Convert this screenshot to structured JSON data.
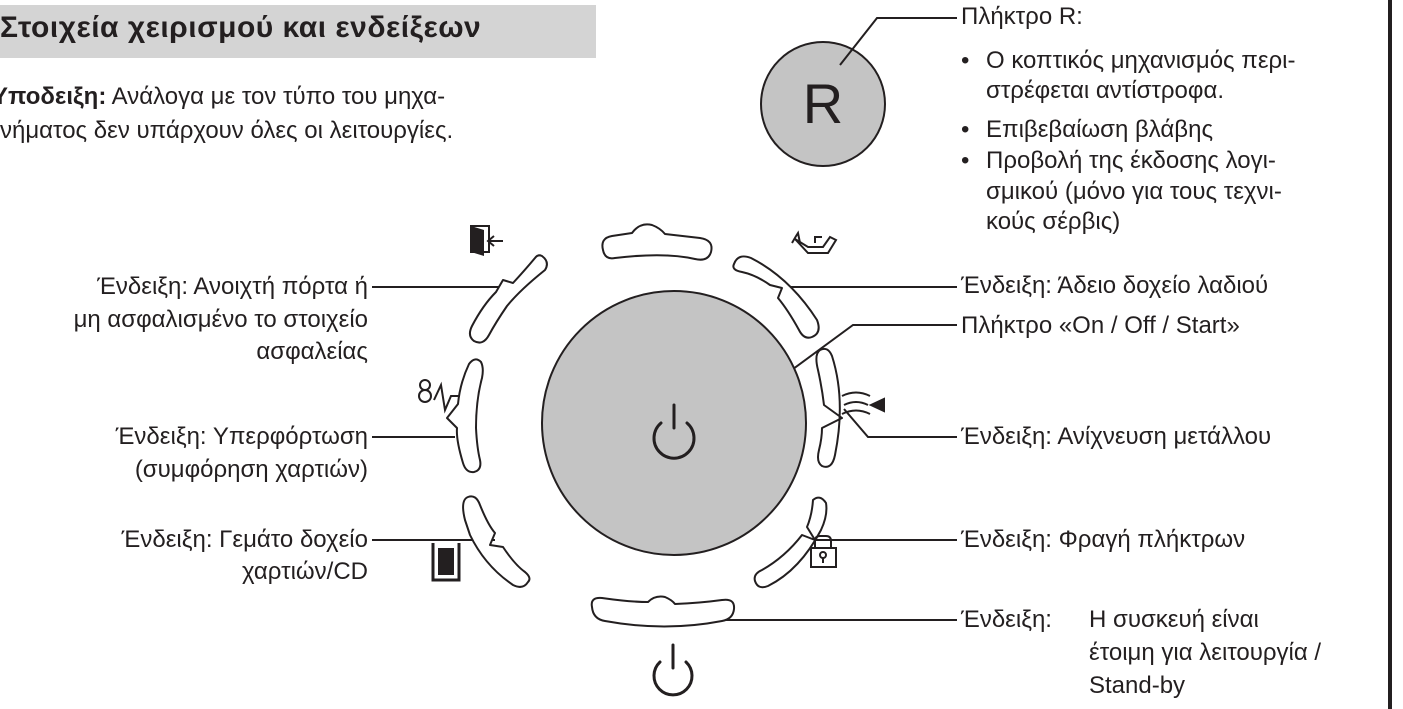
{
  "title": "Στοιχεία χειρισμού και ενδείξεων",
  "note": {
    "bold": "Υποδειξη:",
    "line1_rest": " Ανάλογα με τον τύπο του μηχα-",
    "line2": "νήματος δεν υπάρχουν όλες οι λειτουργίες."
  },
  "r_button": {
    "letter": "R",
    "heading": "Πλήκτρο R:",
    "bullets": [
      [
        "Ο κοπτικός μηχανισμός περι-",
        "στρέφεται αντίστροφα."
      ],
      [
        "Επιβεβαίωση βλάβης"
      ],
      [
        "Προβολή της έκδοσης λογι-",
        "σμικού (μόνο για τους τεχνι-",
        "κούς σέρβις)"
      ]
    ]
  },
  "left_labels": {
    "door": [
      "Ένδειξη: Ανοιχτή πόρτα ή",
      "μη ασφαλισμένο το στοιχείο",
      "ασφαλείας"
    ],
    "overload": [
      "Ένδειξη: Υπερφόρτωση",
      "(συμφόρηση χαρτιών)"
    ],
    "bin_full": [
      "Ένδειξη: Γεμάτο δοχείο",
      "χαρτιών/CD"
    ]
  },
  "right_labels": {
    "oil": "Ένδειξη: Άδειο δοχείο λαδιού",
    "onoff": "Πλήκτρο «On / Off / Start»",
    "metal": "Ένδειξη: Ανίχνευση μετάλλου",
    "lock": "Ένδειξη: Φραγή πλήκτρων",
    "standby_prefix": "Ένδειξη:",
    "standby": [
      "Η συσκευή είναι",
      "έτοιμη για λειτουργία /",
      "Stand-by"
    ]
  },
  "icons": [
    "door-open-icon",
    "oil-can-icon",
    "overload-icon",
    "metal-detection-icon",
    "bin-full-icon",
    "key-lock-icon",
    "power-icon"
  ],
  "colors": {
    "panel_grey": "#c4c4c4",
    "title_band": "#d4d4d4",
    "line": "#231f20"
  }
}
